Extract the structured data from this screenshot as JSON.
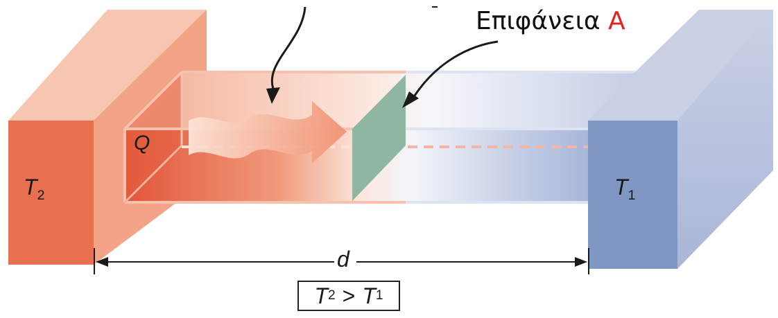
{
  "surface_label": {
    "text": "Επιφάνεια",
    "letter": "A"
  },
  "hot_reservoir": {
    "symbol": "T",
    "subscript": "2"
  },
  "cold_reservoir": {
    "symbol": "T",
    "subscript": "1"
  },
  "heat": {
    "symbol": "Q"
  },
  "length": {
    "symbol": "d"
  },
  "condition": {
    "left_symbol": "T",
    "left_subscript": "2",
    "relation": ">",
    "right_symbol": "T",
    "right_subscript": "1"
  },
  "colors": {
    "hot": "#e8704f",
    "cold": "#8097c4",
    "cross_section": "#8fb5a3",
    "label_accent": "#e0241f"
  }
}
